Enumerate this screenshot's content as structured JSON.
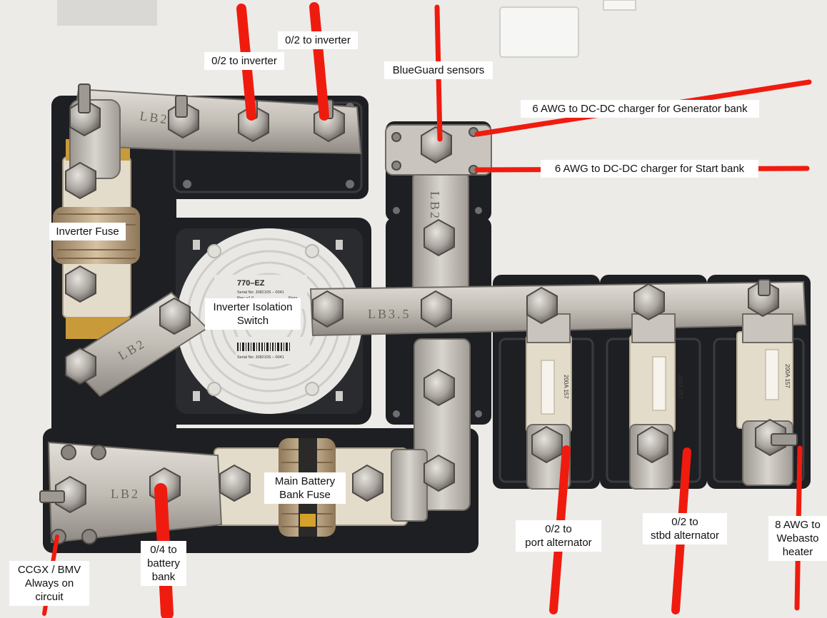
{
  "labels": {
    "inverter_a": "0/2 to inverter",
    "inverter_b": "0/2 to inverter",
    "blueguard": "BlueGuard sensors",
    "dcdc_generator": "6 AWG to DC-DC charger for Generator bank",
    "dcdc_start": "6 AWG to DC-DC charger for Start bank",
    "inverter_fuse": "Inverter Fuse",
    "isolation_switch": "Inverter Isolation\nSwitch",
    "main_fuse": "Main Battery\nBank Fuse",
    "port_alt": "0/2 to\nport alternator",
    "stbd_alt": "0/2 to\nstbd alternator",
    "webasto": "8 AWG to\nWebasto\nheater",
    "battery_bank": "0/4 to\nbattery\nbank",
    "ccgx": "CCGX / BMV\nAlways on\ncircuit"
  },
  "markings": {
    "switch_model": "770–EZ",
    "switch_serial": "Serial No: J08210S – 0041",
    "switch_rev": "Rev: v1.0",
    "switch_pass": "Pass",
    "switch_serial_lower": "Serial No: J08210S – 0041",
    "busbar_lb2": "LB2",
    "busbar_lb2_b": "LB2",
    "busbar_lb2_c": "LB2",
    "busbar_lb2_d": "LB2",
    "busbar_lb35": "LB3.5",
    "fuse_rating_1": "200A 157",
    "fuse_rating_2": "200A 157",
    "fuse_rating_3": "200A 157"
  },
  "colors": {
    "cable_red": "#f01b0f",
    "base_black": "#1e1f22",
    "busbar_steel": "#c9c4bd",
    "switch_white": "#e9e8e4",
    "fuse_beige": "#e4dccb",
    "bronze": "#b39a77"
  }
}
